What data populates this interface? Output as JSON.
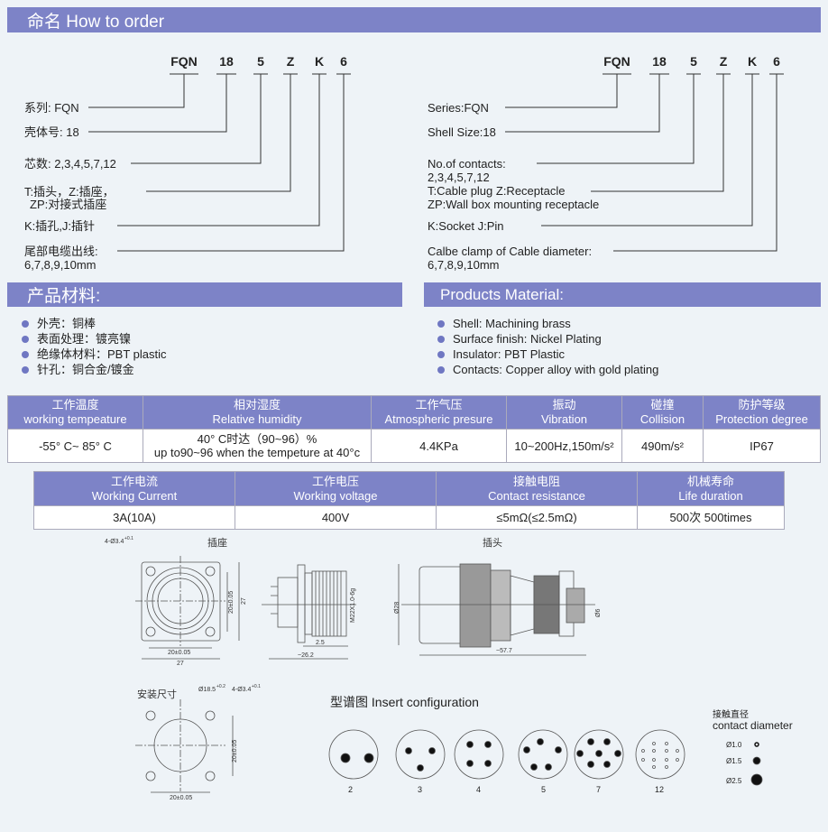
{
  "header": {
    "title": "命名 How to order"
  },
  "order_codes": [
    "FQN",
    "18",
    "5",
    "Z",
    "K",
    "6"
  ],
  "left_labels": [
    "系列: FQN",
    "壳体号: 18",
    "芯数: 2,3,4,5,7,12",
    "T:插头，Z:插座，",
    "ZP:对接式插座",
    "K:插孔,J:插针",
    "尾部电缆出线:",
    "6,7,8,9,10mm"
  ],
  "right_labels": [
    "Series:FQN",
    "Shell Size:18",
    "No.of contacts:",
    "2,3,4,5,7,12",
    "T:Cable plug  Z:Receptacle",
    "ZP:Wall box mounting receptacle",
    "K:Socket   J:Pin",
    "Calbe clamp of Cable diameter:",
    "6,7,8,9,10mm"
  ],
  "material_cn": {
    "title": "产品材料:",
    "items": [
      "外壳：铜棒",
      "表面处理：镀亮镍",
      "绝缘体材料：PBT plastic",
      "针孔：铜合金/镀金"
    ]
  },
  "material_en": {
    "title": "Products  Material:",
    "items": [
      "Shell: Machining brass",
      "Surface finish: Nickel Plating",
      "Insulator: PBT Plastic",
      "Contacts: Copper alloy with gold plating"
    ]
  },
  "table1": {
    "headers": [
      [
        "工作温度",
        "working tempeature"
      ],
      [
        "相对湿度",
        "Relative humidity"
      ],
      [
        "工作气压",
        "Atmospheric presure"
      ],
      [
        "振动",
        "Vibration"
      ],
      [
        "碰撞",
        "Collision"
      ],
      [
        "防护等级",
        "Protection degree"
      ]
    ],
    "row": [
      [
        "-55° C~ 85° C"
      ],
      [
        "40° C时达（90~96）%",
        "up to90~96 when the tempeture at 40°c"
      ],
      [
        "4.4KPa"
      ],
      [
        "10~200Hz,150m/s²"
      ],
      [
        "490m/s²"
      ],
      [
        "IP67"
      ]
    ]
  },
  "table2": {
    "headers": [
      [
        "工作电流",
        "Working Current"
      ],
      [
        "工作电压",
        "Working voltage"
      ],
      [
        "接触电阻",
        "Contact resistance"
      ],
      [
        "机械寿命",
        "Life duration"
      ]
    ],
    "row": [
      "3A(10A)",
      "400V",
      "≤5mΩ(≤2.5mΩ)",
      "500次     500times"
    ]
  },
  "drawings": {
    "receptacle_title": "插座",
    "plug_title": "插头",
    "hole_note": "4-Ø3.4",
    "tol": "+0.1",
    "dim_20": "20±0.05",
    "dim_27": "27",
    "thread": "M22X1.0-6g",
    "dim_2_5": "2.5",
    "dim_26_2": "~26.2",
    "dia_28": "Ø28",
    "dim_57_7": "~57.7",
    "clamp_dia": "Ø6",
    "mount_title": "安装尺寸",
    "mount_dia": "Ø18.5",
    "mount_tol": "+0.2"
  },
  "insert": {
    "title": "型谱图  Insert configuration",
    "counts": [
      "2",
      "3",
      "4",
      "5",
      "7",
      "12"
    ],
    "legend_title_cn": "接触直径",
    "legend_title_en": "contact diameter",
    "legend": [
      "Ø1.0",
      "Ø1.5",
      "Ø2.5"
    ]
  }
}
